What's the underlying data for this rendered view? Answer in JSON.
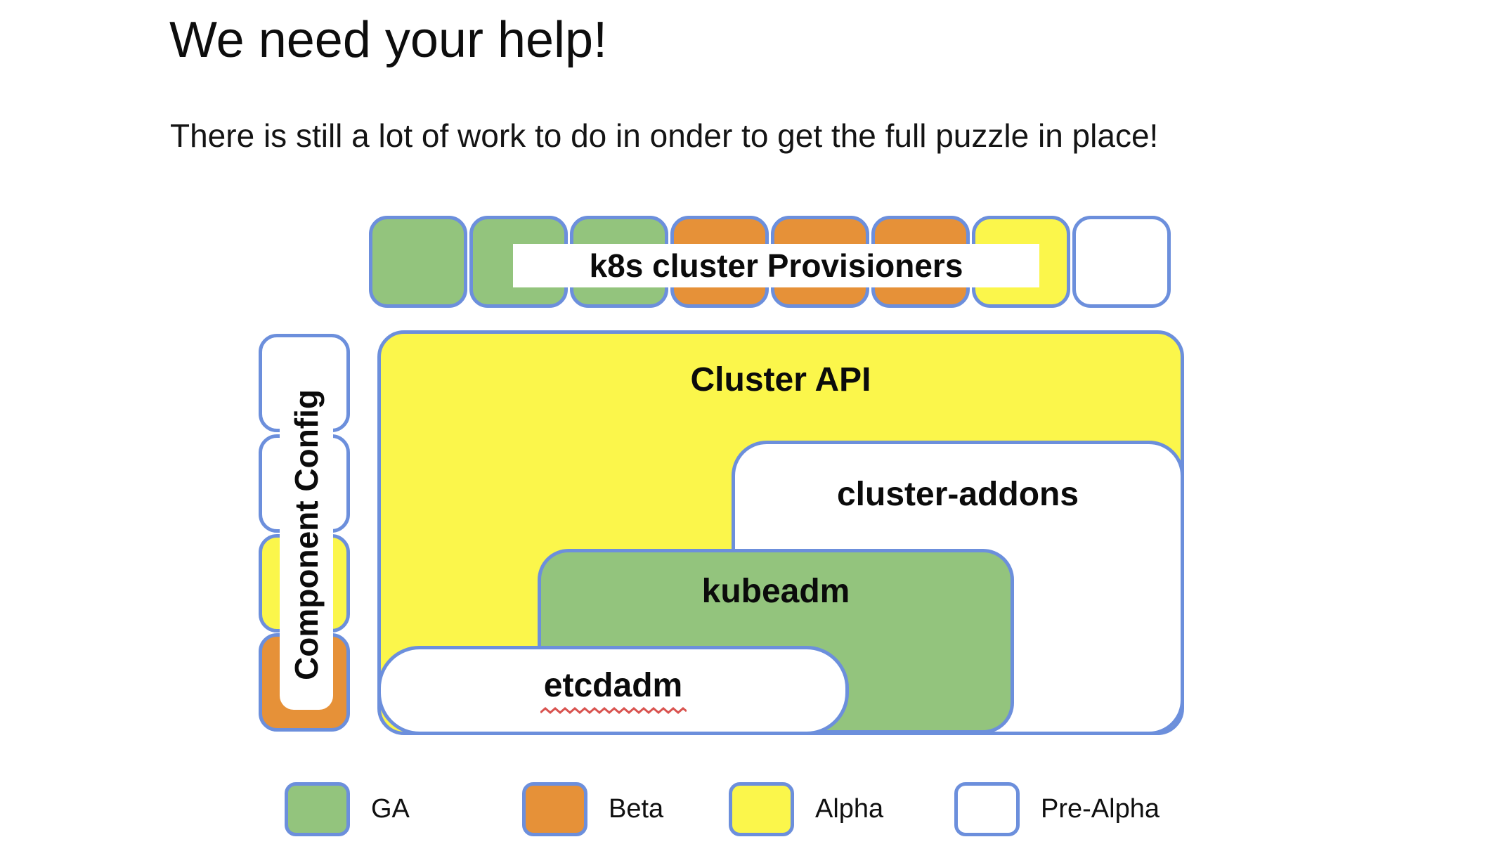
{
  "slide": {
    "title": "We need your help!",
    "subtitle": "There is still a lot of work to do in onder to get the full puzzle in place!"
  },
  "colors": {
    "ga_green": "#93C47D",
    "beta_orange": "#E69138",
    "alpha_yellow": "#FBF64B",
    "prealpha_white": "#FFFFFF",
    "piece_border_blue": "#6C8FDC",
    "spellcheck_red": "#D9534F"
  },
  "diagram": {
    "provisioners_label": "k8s cluster Provisioners",
    "provisioner_pieces": [
      {
        "status": "ga"
      },
      {
        "status": "ga"
      },
      {
        "status": "ga"
      },
      {
        "status": "beta"
      },
      {
        "status": "beta"
      },
      {
        "status": "beta"
      },
      {
        "status": "alpha"
      },
      {
        "status": "prealpha"
      }
    ],
    "component_config": {
      "label": "Component Config",
      "pieces": [
        "prealpha",
        "prealpha",
        "alpha",
        "beta"
      ]
    },
    "boxes": [
      {
        "id": "cluster-api",
        "label": "Cluster API",
        "status": "alpha"
      },
      {
        "id": "cluster-addons",
        "label": "cluster-addons",
        "status": "prealpha"
      },
      {
        "id": "kubeadm",
        "label": "kubeadm",
        "status": "ga"
      },
      {
        "id": "etcdadm",
        "label": "etcdadm",
        "status": "prealpha",
        "spellcheck_underline": true
      }
    ]
  },
  "legend": [
    {
      "label": "GA",
      "status": "ga"
    },
    {
      "label": "Beta",
      "status": "beta"
    },
    {
      "label": "Alpha",
      "status": "alpha"
    },
    {
      "label": "Pre-Alpha",
      "status": "prealpha"
    }
  ]
}
